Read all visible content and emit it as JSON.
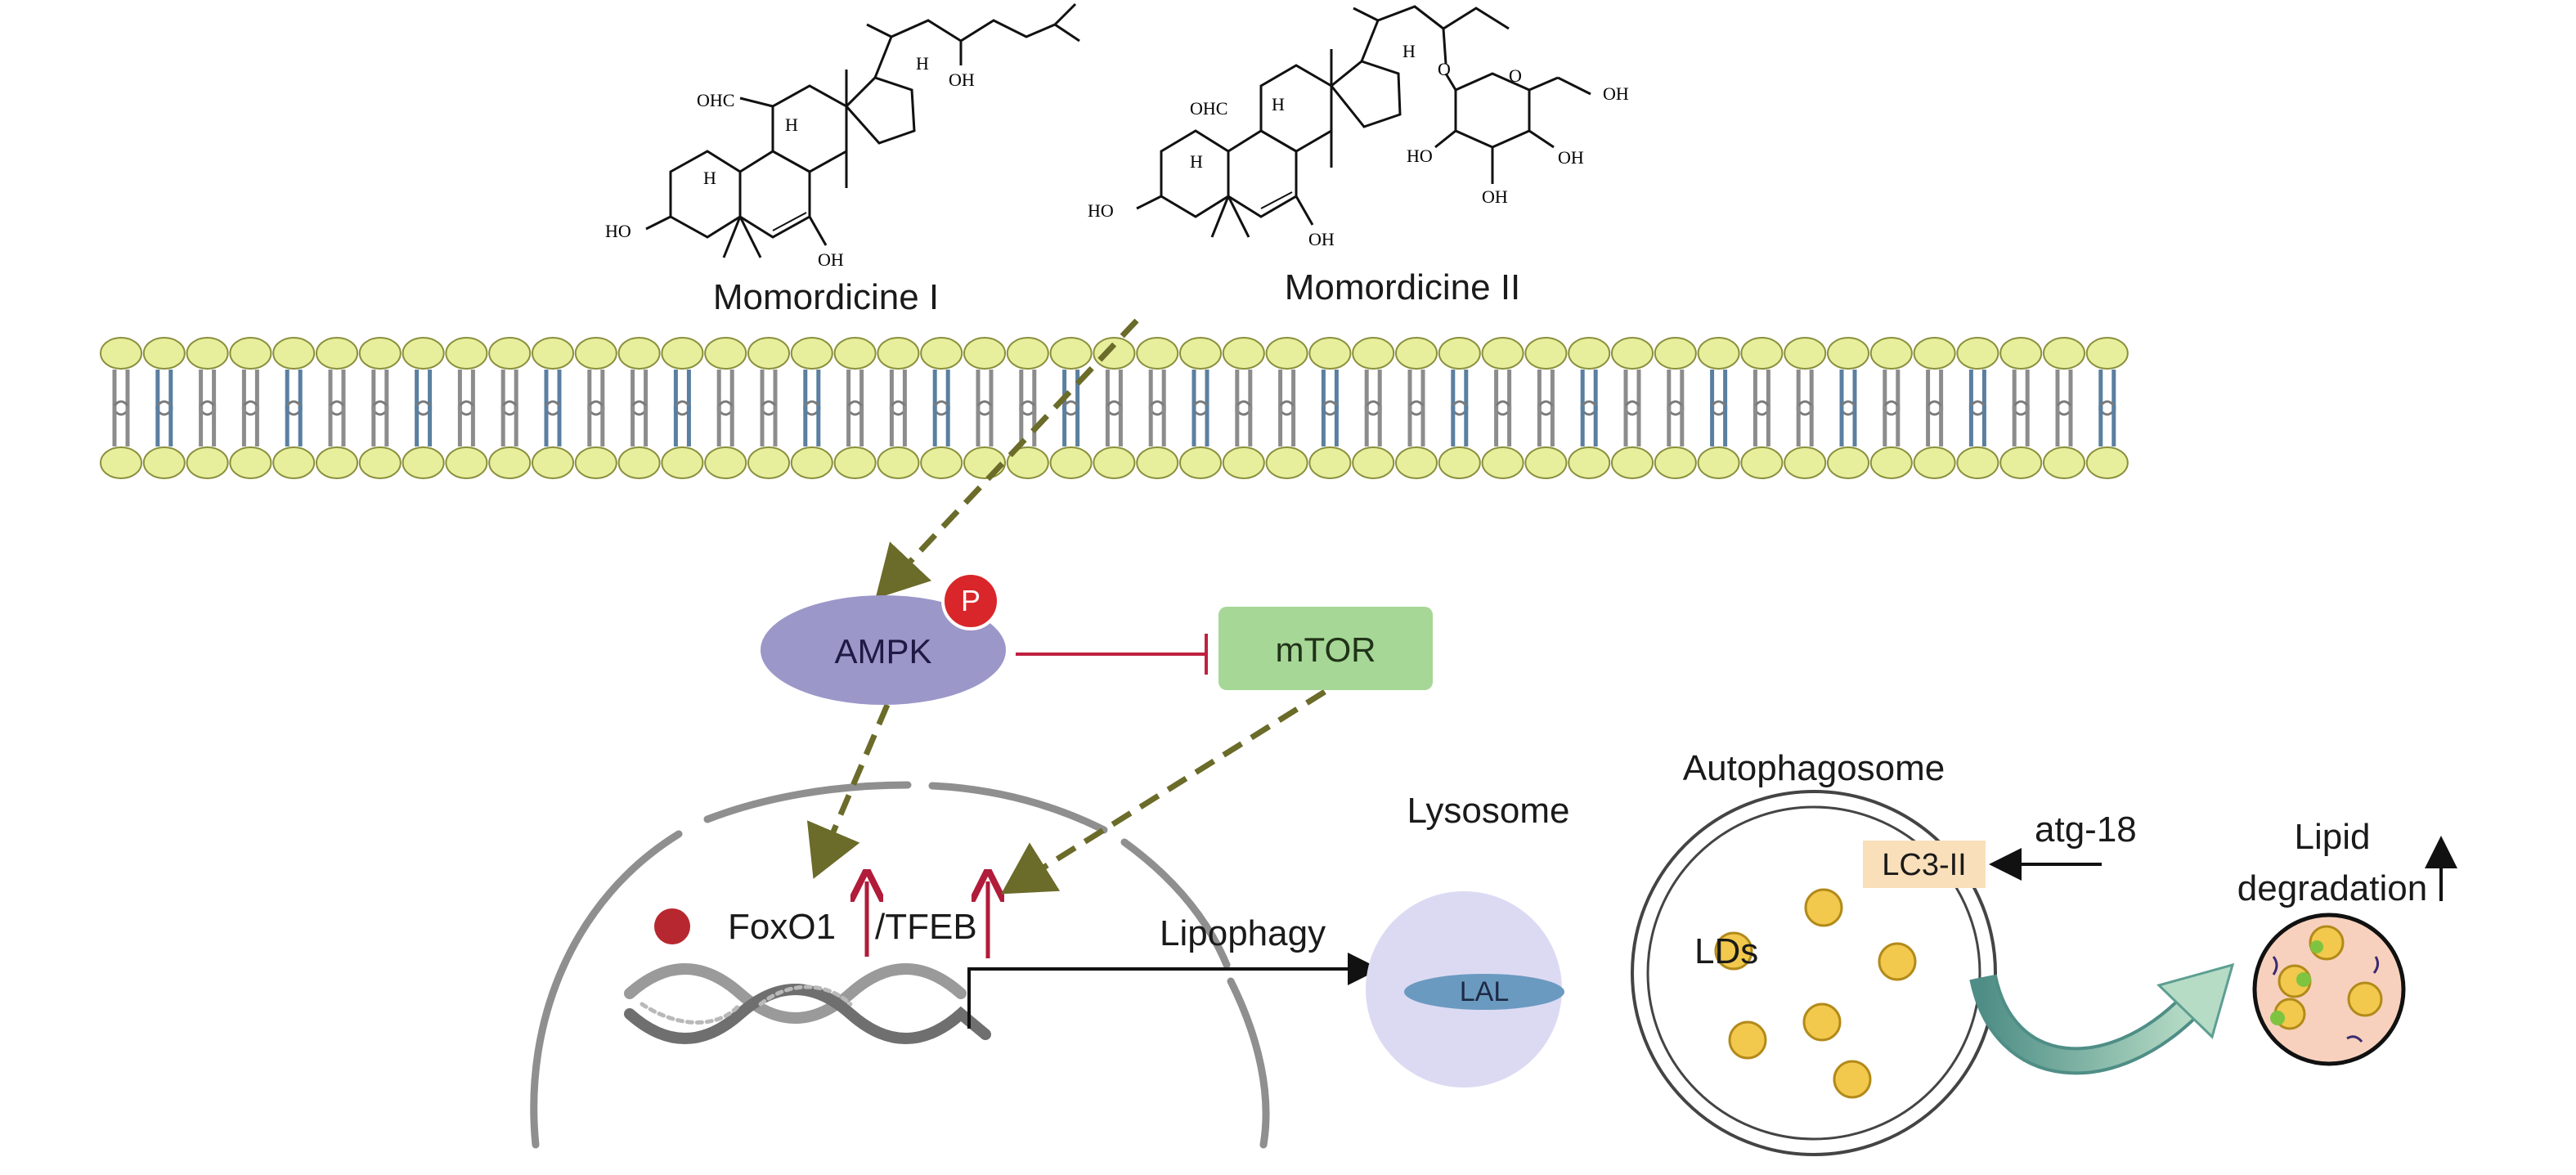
{
  "compounds": {
    "momordicine_1": {
      "name": "Momordicine I",
      "atoms": {
        "ohc": "OHC",
        "oh_3": "HO",
        "oh_7": "OH",
        "oh_side": "OH",
        "h_a": "H",
        "h_b": "H",
        "h_c": "H"
      }
    },
    "momordicine_2": {
      "name": "Momordicine II",
      "atoms": {
        "ohc": "OHC",
        "oh_3": "HO",
        "oh_7": "OH",
        "o_link": "O",
        "o_ring": "O",
        "oh_ch2": "OH",
        "oh_s1": "HO",
        "oh_s2": "OH",
        "oh_s3": "OH",
        "h_a": "H",
        "h_b": "H",
        "h_c": "H"
      }
    }
  },
  "nodes": {
    "ampk": "AMPK",
    "phospho": "P",
    "mtor": "mTOR",
    "foxo1": "FoxO1",
    "tfeb": "/TFEB",
    "lipophagy": "Lipophagy",
    "lysosome": "Lysosome",
    "lal": "LAL",
    "autophagosome": "Autophagosome",
    "lc3": "LC3-II",
    "atg18": "atg-18",
    "lds": "LDs",
    "lipid_degradation_1": "Lipid",
    "lipid_degradation_2": "degradation"
  },
  "colors": {
    "membrane_head": "#e8ef9c",
    "membrane_outline": "#8a8f3c",
    "ampk": "#9b97c9",
    "mtor": "#a6d796",
    "phospho": "#d9262a",
    "dashed_arrow": "#6b6b2a",
    "inhibit_line": "#c0213f",
    "up_arrow": "#b01c3a",
    "lysosome": "#dcdaf3",
    "lal": "#6b9ac0",
    "lipid_droplet": "#f2c94c",
    "lc3_box": "#f9dfba",
    "transfer_arrow": "#7fb5a8",
    "degradation_fill": "#f7d1bd",
    "nucleus_line": "#8f8f8f"
  },
  "regulation": {
    "foxo1_direction": "up",
    "tfeb_direction": "up",
    "lipid_degradation_direction": "up",
    "ampk_to_mtor": "inhibits"
  }
}
